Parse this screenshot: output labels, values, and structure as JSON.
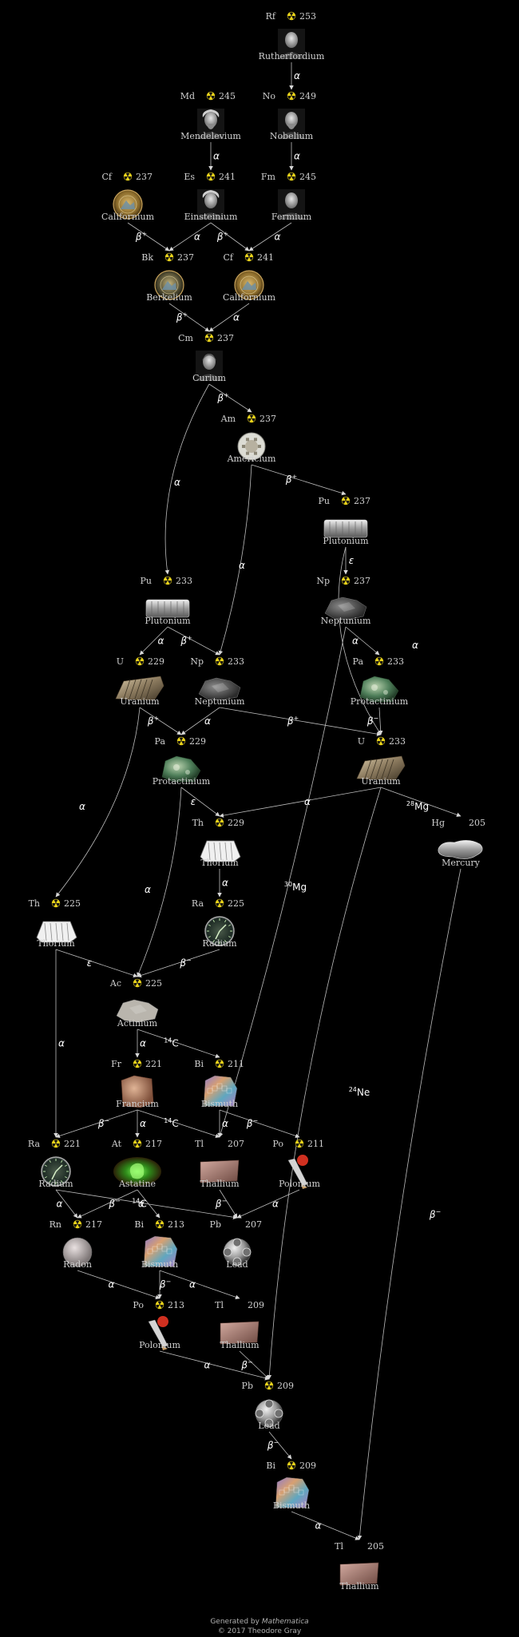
{
  "colors": {
    "background": "#000000",
    "text": "#d0d0d0",
    "edge": "#bdbdbd",
    "radioactive": "#e8d21a"
  },
  "nodes": [
    {
      "id": "rf253",
      "symbol": "Rf",
      "mass": "253",
      "name": "Rutherfordium",
      "radioactive": true,
      "icon": "portrait-rutherford"
    },
    {
      "id": "no249",
      "symbol": "No",
      "mass": "249",
      "name": "Nobelium",
      "radioactive": true,
      "icon": "portrait-nobel"
    },
    {
      "id": "md245",
      "symbol": "Md",
      "mass": "245",
      "name": "Mendelevium",
      "radioactive": true,
      "icon": "portrait-mendeleev"
    },
    {
      "id": "es241",
      "symbol": "Es",
      "mass": "241",
      "name": "Einsteinium",
      "radioactive": true,
      "icon": "portrait-einstein"
    },
    {
      "id": "fm245",
      "symbol": "Fm",
      "mass": "245",
      "name": "Fermium",
      "radioactive": true,
      "icon": "portrait-fermi"
    },
    {
      "id": "cf237",
      "symbol": "Cf",
      "mass": "237",
      "name": "Californium",
      "radioactive": true,
      "icon": "seal-california"
    },
    {
      "id": "bk237",
      "symbol": "Bk",
      "mass": "237",
      "name": "Berkelium",
      "radioactive": true,
      "icon": "seal-berkeley"
    },
    {
      "id": "cf241",
      "symbol": "Cf",
      "mass": "241",
      "name": "Californium",
      "radioactive": true,
      "icon": "seal-california"
    },
    {
      "id": "cm237",
      "symbol": "Cm",
      "mass": "237",
      "name": "Curium",
      "radioactive": true,
      "icon": "portrait-curie"
    },
    {
      "id": "am237",
      "symbol": "Am",
      "mass": "237",
      "name": "Americium",
      "radioactive": true,
      "icon": "smoke-detector"
    },
    {
      "id": "pu237",
      "symbol": "Pu",
      "mass": "237",
      "name": "Plutonium",
      "radioactive": true,
      "icon": "cylinder-metal"
    },
    {
      "id": "pu233",
      "symbol": "Pu",
      "mass": "233",
      "name": "Plutonium",
      "radioactive": true,
      "icon": "cylinder-metal"
    },
    {
      "id": "np237",
      "symbol": "Np",
      "mass": "237",
      "name": "Neptunium",
      "radioactive": true,
      "icon": "rock-dark"
    },
    {
      "id": "u229",
      "symbol": "U",
      "mass": "229",
      "name": "Uranium",
      "radioactive": true,
      "icon": "uranium-chunk"
    },
    {
      "id": "np233",
      "symbol": "Np",
      "mass": "233",
      "name": "Neptunium",
      "radioactive": true,
      "icon": "rock-dark"
    },
    {
      "id": "pa233",
      "symbol": "Pa",
      "mass": "233",
      "name": "Protactinium",
      "radioactive": true,
      "icon": "mineral-green"
    },
    {
      "id": "pa229",
      "symbol": "Pa",
      "mass": "229",
      "name": "Protactinium",
      "radioactive": true,
      "icon": "mineral-green"
    },
    {
      "id": "u233",
      "symbol": "U",
      "mass": "233",
      "name": "Uranium",
      "radioactive": true,
      "icon": "uranium-chunk"
    },
    {
      "id": "th229",
      "symbol": "Th",
      "mass": "229",
      "name": "Thorium",
      "radioactive": true,
      "icon": "mantle-white"
    },
    {
      "id": "hg205",
      "symbol": "Hg",
      "mass": "205",
      "name": "Mercury",
      "radioactive": false,
      "icon": "mercury-puddle"
    },
    {
      "id": "th225",
      "symbol": "Th",
      "mass": "225",
      "name": "Thorium",
      "radioactive": true,
      "icon": "mantle-white"
    },
    {
      "id": "ra225",
      "symbol": "Ra",
      "mass": "225",
      "name": "Radium",
      "radioactive": true,
      "icon": "radium-dial"
    },
    {
      "id": "ac225",
      "symbol": "Ac",
      "mass": "225",
      "name": "Actinium",
      "radioactive": true,
      "icon": "rock-grey"
    },
    {
      "id": "fr221",
      "symbol": "Fr",
      "mass": "221",
      "name": "Francium",
      "radioactive": true,
      "icon": "mineral-brown"
    },
    {
      "id": "bi211",
      "symbol": "Bi",
      "mass": "211",
      "name": "Bismuth",
      "radioactive": true,
      "icon": "bismuth-crystal"
    },
    {
      "id": "ra221",
      "symbol": "Ra",
      "mass": "221",
      "name": "Radium",
      "radioactive": true,
      "icon": "radium-dial"
    },
    {
      "id": "at217",
      "symbol": "At",
      "mass": "217",
      "name": "Astatine",
      "radioactive": true,
      "icon": "astatine-glow"
    },
    {
      "id": "tl207",
      "symbol": "Tl",
      "mass": "207",
      "name": "Thallium",
      "radioactive": false,
      "icon": "thallium-bar"
    },
    {
      "id": "po211",
      "symbol": "Po",
      "mass": "211",
      "name": "Polonium",
      "radioactive": true,
      "icon": "polonium-brush"
    },
    {
      "id": "rn217",
      "symbol": "Rn",
      "mass": "217",
      "name": "Radon",
      "radioactive": true,
      "icon": "radon-sphere"
    },
    {
      "id": "bi213",
      "symbol": "Bi",
      "mass": "213",
      "name": "Bismuth",
      "radioactive": true,
      "icon": "bismuth-crystal"
    },
    {
      "id": "pb207",
      "symbol": "Pb",
      "mass": "207",
      "name": "Lead",
      "radioactive": false,
      "icon": "lead-sphere"
    },
    {
      "id": "po213",
      "symbol": "Po",
      "mass": "213",
      "name": "Polonium",
      "radioactive": true,
      "icon": "polonium-brush"
    },
    {
      "id": "tl209",
      "symbol": "Tl",
      "mass": "209",
      "name": "Thallium",
      "radioactive": false,
      "icon": "thallium-bar"
    },
    {
      "id": "pb209",
      "symbol": "Pb",
      "mass": "209",
      "name": "Lead",
      "radioactive": true,
      "icon": "lead-sphere"
    },
    {
      "id": "bi209",
      "symbol": "Bi",
      "mass": "209",
      "name": "Bismuth",
      "radioactive": true,
      "icon": "bismuth-crystal"
    },
    {
      "id": "tl205",
      "symbol": "Tl",
      "mass": "205",
      "name": "Thallium",
      "radioactive": false,
      "icon": "thallium-bar"
    }
  ],
  "edges": [
    {
      "from": "rf253",
      "to": "no249",
      "label": "α"
    },
    {
      "from": "md245",
      "to": "es241",
      "label": "α"
    },
    {
      "from": "no249",
      "to": "fm245",
      "label": "α"
    },
    {
      "from": "cf237",
      "to": "bk237",
      "label": "β+"
    },
    {
      "from": "es241",
      "to": "bk237",
      "label": "α"
    },
    {
      "from": "es241",
      "to": "cf241",
      "label": "β+"
    },
    {
      "from": "fm245",
      "to": "cf241",
      "label": "α"
    },
    {
      "from": "bk237",
      "to": "cm237",
      "label": "β+"
    },
    {
      "from": "cf241",
      "to": "cm237",
      "label": "α"
    },
    {
      "from": "cm237",
      "to": "am237",
      "label": "β+"
    },
    {
      "from": "cm237",
      "to": "pu233",
      "label": "α"
    },
    {
      "from": "am237",
      "to": "pu237",
      "label": "β+"
    },
    {
      "from": "am237",
      "to": "np233",
      "label": "α"
    },
    {
      "from": "pu237",
      "to": "np237",
      "label": "ε"
    },
    {
      "from": "pu237",
      "to": "u233",
      "label": "α"
    },
    {
      "from": "pu233",
      "to": "u229",
      "label": "α"
    },
    {
      "from": "pu233",
      "to": "np233",
      "label": "β+"
    },
    {
      "from": "np237",
      "to": "pa233",
      "label": "α"
    },
    {
      "from": "np237",
      "to": "tl207",
      "label": "30Mg"
    },
    {
      "from": "u229",
      "to": "pa229",
      "label": "β+"
    },
    {
      "from": "np233",
      "to": "pa229",
      "label": "α"
    },
    {
      "from": "np233",
      "to": "u233",
      "label": "β+"
    },
    {
      "from": "pa233",
      "to": "u233",
      "label": "β−"
    },
    {
      "from": "u229",
      "to": "th225",
      "label": "α"
    },
    {
      "from": "pa229",
      "to": "th229",
      "label": "ε"
    },
    {
      "from": "pa229",
      "to": "ac225",
      "label": "α"
    },
    {
      "from": "u233",
      "to": "th229",
      "label": "α"
    },
    {
      "from": "u233",
      "to": "hg205",
      "label": "28Mg"
    },
    {
      "from": "u233",
      "to": "pb209",
      "label": "24Ne"
    },
    {
      "from": "th229",
      "to": "ra225",
      "label": "α"
    },
    {
      "from": "th225",
      "to": "ac225",
      "label": "ε"
    },
    {
      "from": "ra225",
      "to": "ac225",
      "label": "β−"
    },
    {
      "from": "th225",
      "to": "ra221",
      "label": "α"
    },
    {
      "from": "ac225",
      "to": "fr221",
      "label": "α"
    },
    {
      "from": "ac225",
      "to": "bi211",
      "label": "14C"
    },
    {
      "from": "fr221",
      "to": "ra221",
      "label": "β−"
    },
    {
      "from": "fr221",
      "to": "at217",
      "label": "α"
    },
    {
      "from": "fr221",
      "to": "tl207",
      "label": "14C"
    },
    {
      "from": "bi211",
      "to": "tl207",
      "label": "α"
    },
    {
      "from": "bi211",
      "to": "po211",
      "label": "β−"
    },
    {
      "from": "ra221",
      "to": "rn217",
      "label": "α"
    },
    {
      "from": "ra221",
      "to": "pb207",
      "label": "14C"
    },
    {
      "from": "at217",
      "to": "rn217",
      "label": "β−"
    },
    {
      "from": "at217",
      "to": "bi213",
      "label": "α"
    },
    {
      "from": "tl207",
      "to": "pb207",
      "label": "β−"
    },
    {
      "from": "po211",
      "to": "pb207",
      "label": "α"
    },
    {
      "from": "rn217",
      "to": "po213",
      "label": "α"
    },
    {
      "from": "bi213",
      "to": "po213",
      "label": "β−"
    },
    {
      "from": "bi213",
      "to": "tl209",
      "label": "α"
    },
    {
      "from": "po213",
      "to": "pb209",
      "label": "α"
    },
    {
      "from": "tl209",
      "to": "pb209",
      "label": "β−"
    },
    {
      "from": "pb209",
      "to": "bi209",
      "label": "β−"
    },
    {
      "from": "bi209",
      "to": "tl205",
      "label": "α"
    },
    {
      "from": "hg205",
      "to": "tl205",
      "label": "β−"
    }
  ],
  "footer": {
    "line1_prefix": "Generated by ",
    "line1_app": "Mathematica",
    "line2": "© 2017 Theodore Gray"
  }
}
